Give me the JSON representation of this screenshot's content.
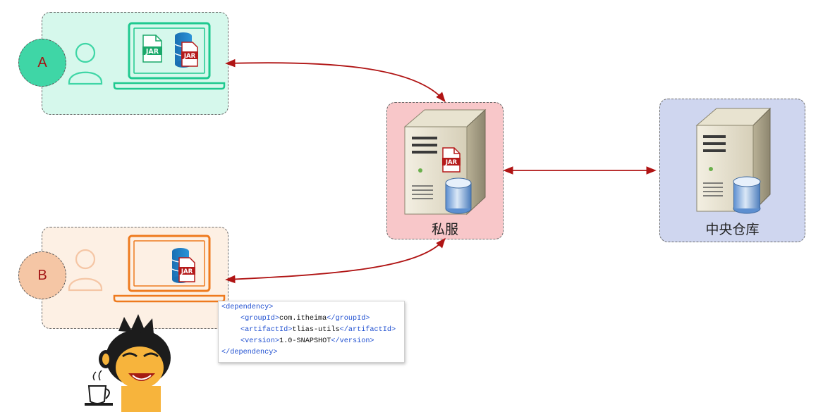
{
  "nodes": {
    "user_a": {
      "badge": "A"
    },
    "user_b": {
      "badge": "B"
    },
    "private_server": {
      "label": "私服"
    },
    "central_repo": {
      "label": "中央仓库"
    }
  },
  "icons": {
    "jar_label": "JAR"
  },
  "colors": {
    "box_a_fill": "#d6f8ec",
    "box_b_fill": "#fdf0e4",
    "private_fill": "#f8c7c9",
    "central_fill": "#cfd6ef",
    "laptop_a": "#1ec98f",
    "laptop_b": "#ee7a1e",
    "arrow": "#b01414",
    "xml_tag": "#1f4fd0"
  },
  "dependency_snippet": {
    "open_tag": "<dependency>",
    "group_open": "<groupId>",
    "group_value": "com.itheima",
    "group_close": "</groupId>",
    "artifact_open": "<artifactId>",
    "artifact_value": "tlias-utils",
    "artifact_close": "</artifactId>",
    "version_open": "<version>",
    "version_value": "1.0-SNAPSHOT",
    "version_close": "</version>",
    "close_tag": "</dependency>"
  }
}
